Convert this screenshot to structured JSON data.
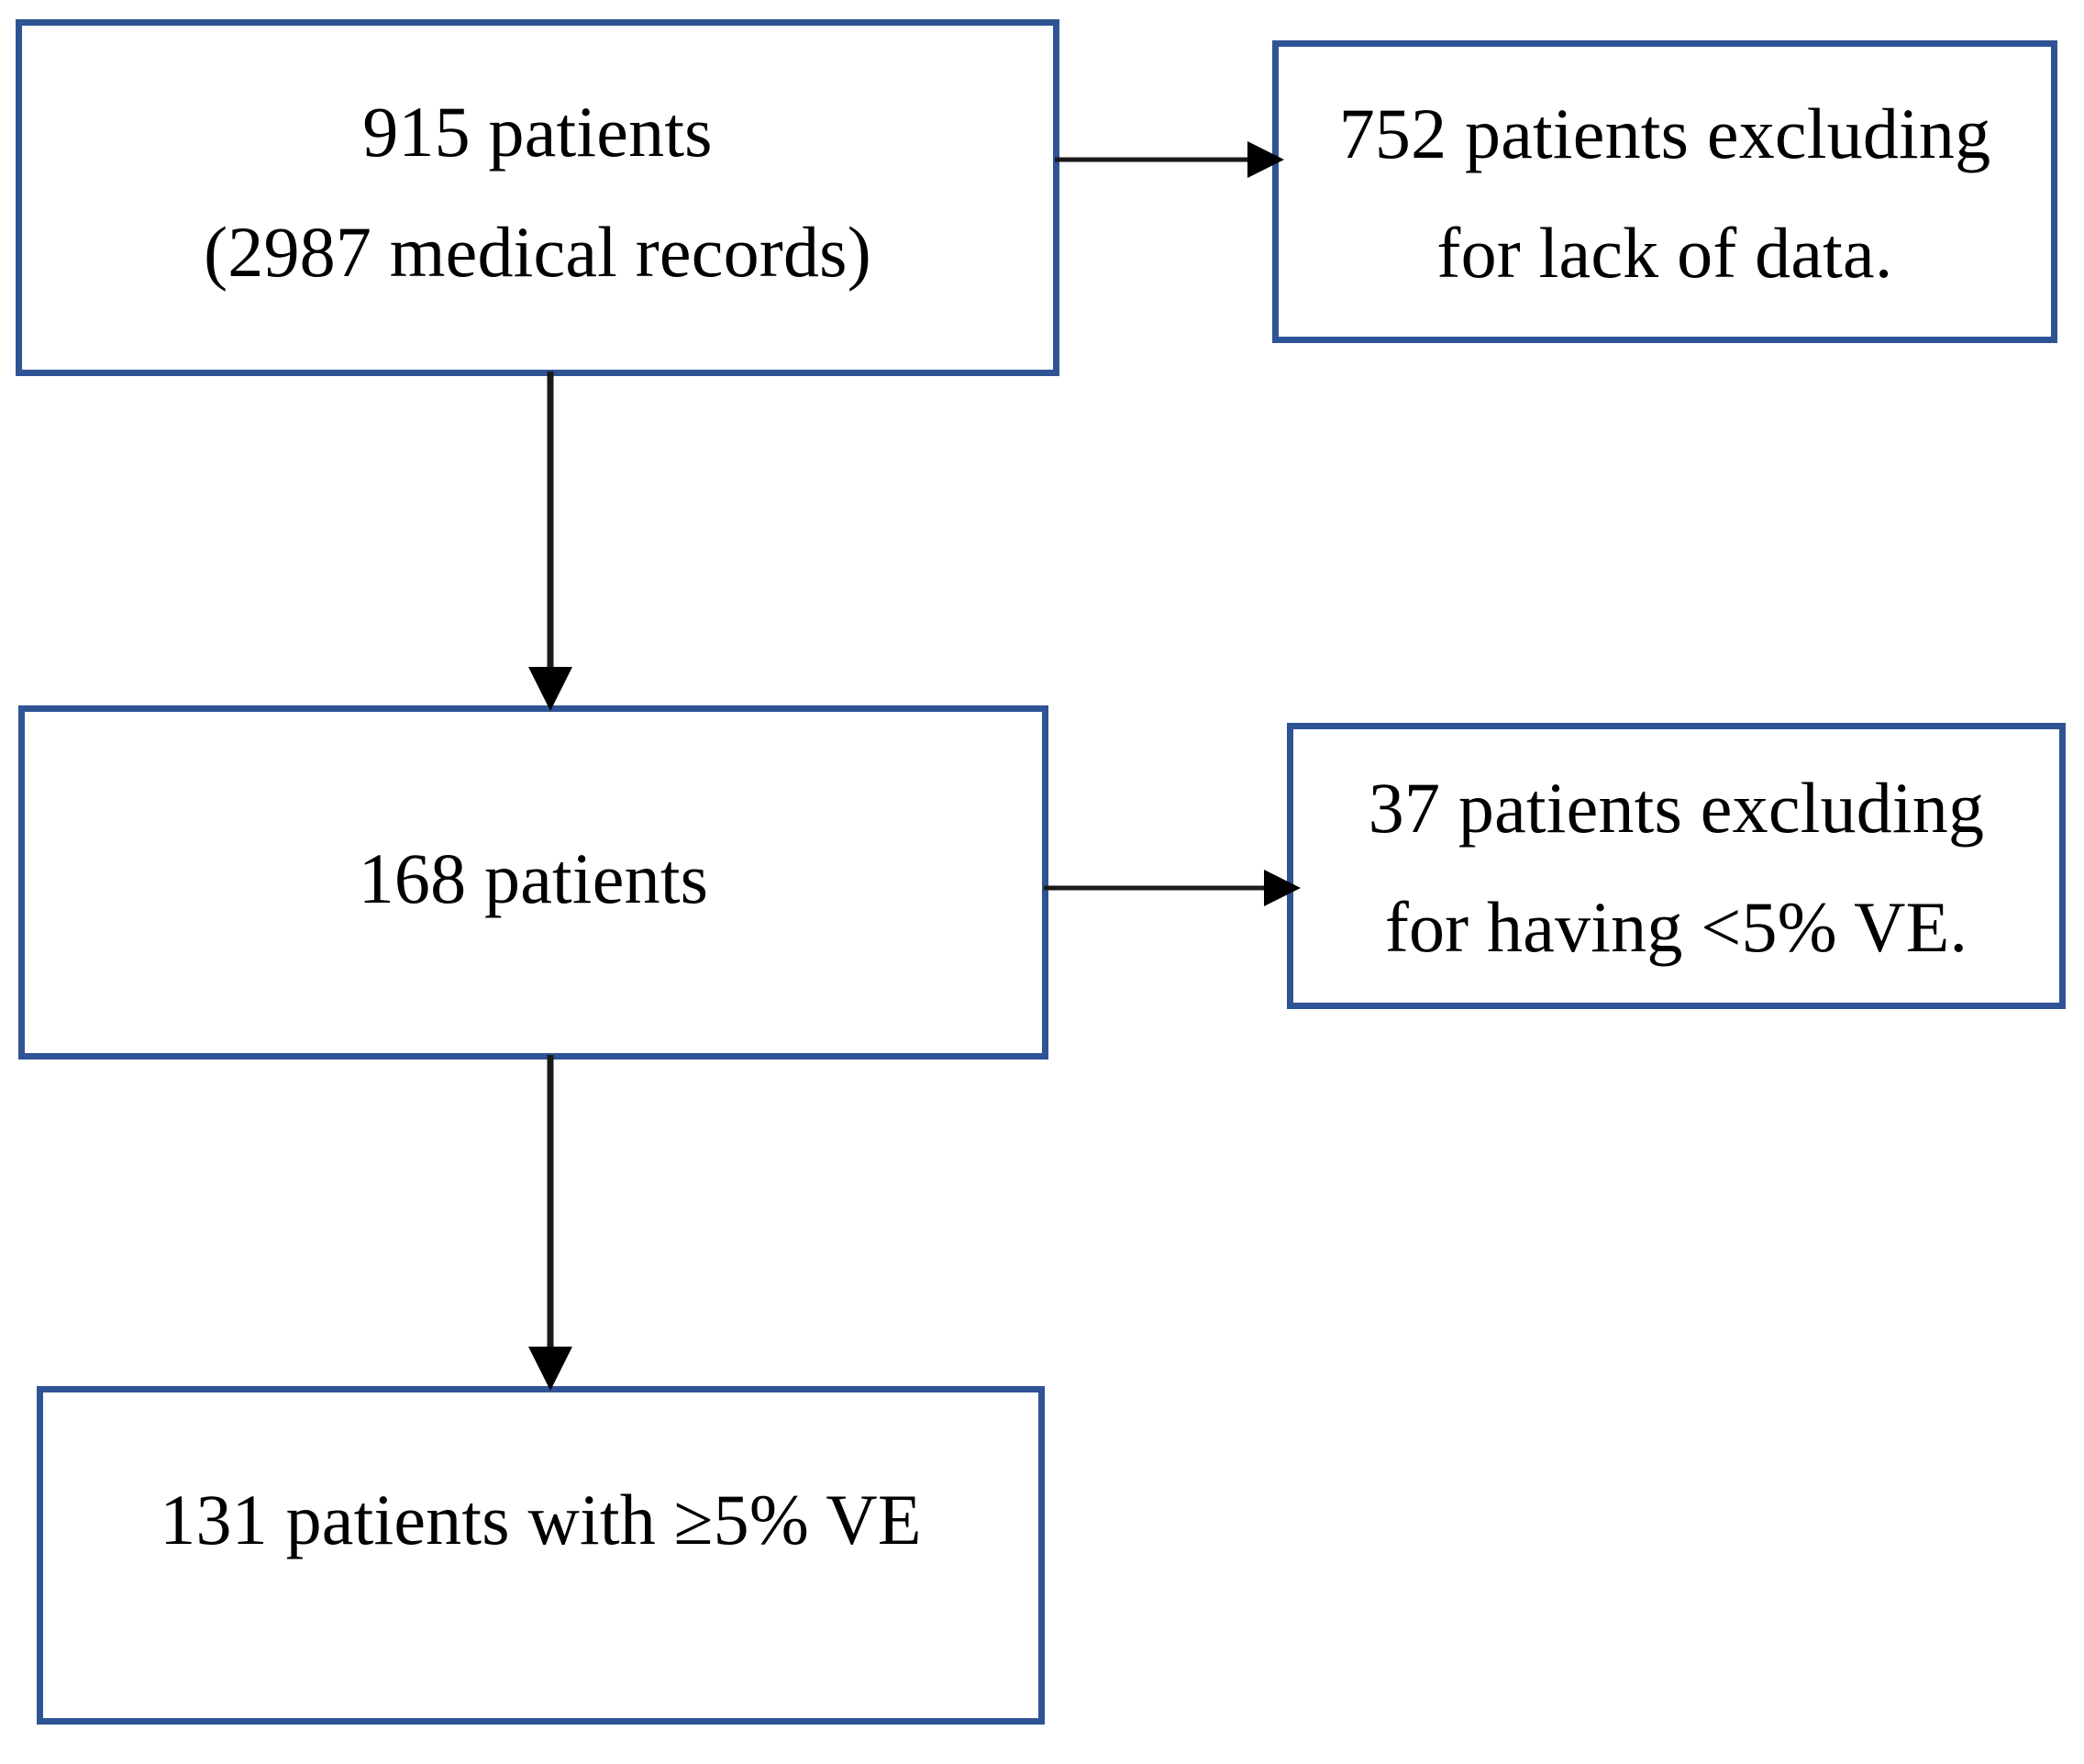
{
  "figure": {
    "type": "flowchart",
    "title": "Patient selection flow diagram",
    "border_color": "#2f5496",
    "background_color": "#ffffff",
    "arrow_color": "#000000"
  },
  "boxes": {
    "source": {
      "name": "source-cohort",
      "line1": "915 patients",
      "line2": "(2987 medical records)"
    },
    "eligible": {
      "name": "eligible-cohort",
      "line1": "168 patients"
    },
    "final": {
      "name": "final-cohort",
      "line1": "131 patients with ≥5% VE"
    },
    "excluded_data": {
      "name": "excluded-lack-of-data",
      "line1": "752 patients excluding",
      "line2": "for lack of data."
    },
    "excluded_ve": {
      "name": "excluded-low-ve",
      "line1": "37 patients excluding",
      "line2": "for having <5% VE."
    }
  },
  "chart_data": {
    "type": "flow",
    "title": "Patient selection flow diagram",
    "nodes": [
      {
        "id": "source",
        "label": "915 patients (2987 medical records)",
        "count": 915,
        "records": 2987,
        "column": "left"
      },
      {
        "id": "excluded_data",
        "label": "752 patients excluding for lack of data.",
        "count": 752,
        "column": "right"
      },
      {
        "id": "eligible",
        "label": "168 patients",
        "count": 168,
        "column": "left"
      },
      {
        "id": "excluded_ve",
        "label": "37 patients excluding for having <5% VE.",
        "count": 37,
        "column": "right"
      },
      {
        "id": "final",
        "label": "131 patients with ≥5% VE",
        "count": 131,
        "column": "left"
      }
    ],
    "edges": [
      {
        "from": "source",
        "to": "excluded_data",
        "direction": "right"
      },
      {
        "from": "source",
        "to": "eligible",
        "direction": "down"
      },
      {
        "from": "eligible",
        "to": "excluded_ve",
        "direction": "right"
      },
      {
        "from": "eligible",
        "to": "final",
        "direction": "down"
      }
    ]
  }
}
